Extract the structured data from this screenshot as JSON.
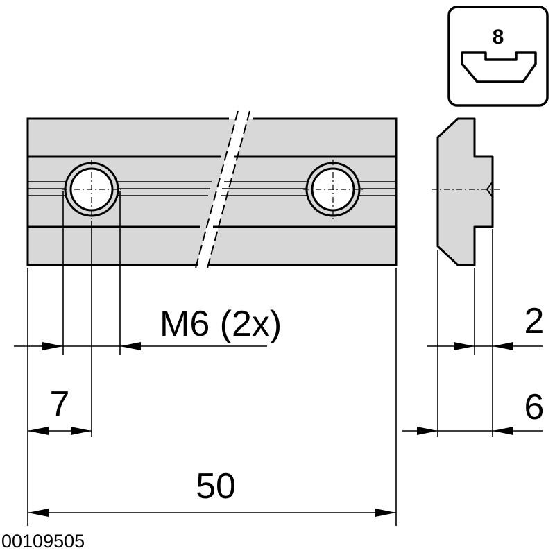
{
  "profile_badge": {
    "slot_size": "8"
  },
  "dimensions": {
    "thread": "M6 (2x)",
    "hole_offset": "7",
    "length": "50",
    "height_step": "2",
    "thickness": "6"
  },
  "drawing_number": "00109505",
  "colors": {
    "part_fill": "#d8d8d8",
    "line": "#000000"
  }
}
